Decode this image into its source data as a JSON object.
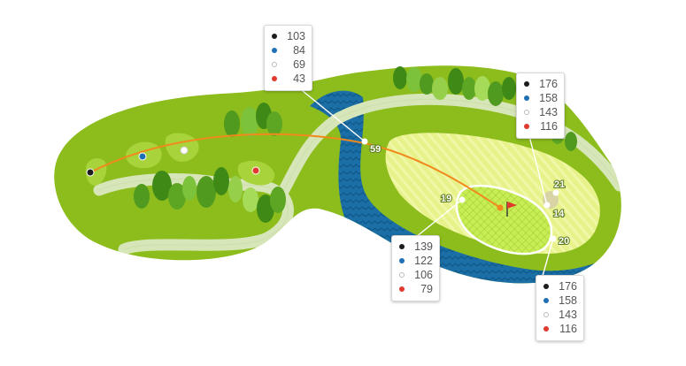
{
  "tees": [
    {
      "name": "black",
      "color": "#1c1c1c"
    },
    {
      "name": "blue",
      "color": "#1f6fb5"
    },
    {
      "name": "white",
      "color": "#ffffff"
    },
    {
      "name": "red",
      "color": "#e03a2e"
    }
  ],
  "markers": {
    "fairway": "59",
    "green_front": "19",
    "green_back": "21",
    "green_right": "14",
    "green_bottom": "20"
  },
  "callouts": {
    "fairway": {
      "values": [
        "103",
        "84",
        "69",
        "43"
      ]
    },
    "green_front": {
      "values": [
        "139",
        "122",
        "106",
        "79"
      ]
    },
    "green_right": {
      "values": [
        "176",
        "158",
        "143",
        "116"
      ]
    },
    "green_bottom": {
      "values": [
        "176",
        "158",
        "143",
        "116"
      ]
    }
  },
  "colors": {
    "rough": "#8cbd1c",
    "fairway": "#a9d33b",
    "path": "#d7e6b8",
    "water": "#1b6fa6",
    "sand": "#e8f38c",
    "green": "#c7ec4b",
    "shot_line": "#f08a1c",
    "flag": "#e03a2e"
  },
  "icons": {
    "flag": "flag-icon",
    "pin": "pin-icon"
  }
}
